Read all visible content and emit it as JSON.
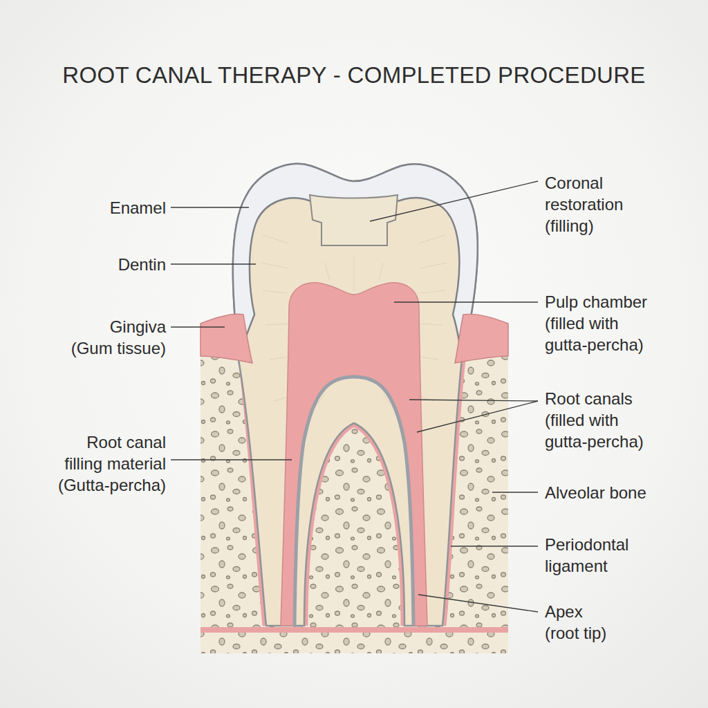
{
  "diagram": {
    "title": "ROOT CANAL THERAPY - COMPLETED PROCEDURE",
    "labels": [
      "Enamel",
      "Dentin",
      "Gingiva (Gum tissue)",
      "Root canal filling material (Gutta-percha)",
      "Coronal restoration (filling)",
      "Pulp chamber (filled with gutta-percha)",
      "Root canals (filled with gutta-percha)",
      "Alveolar bone",
      "Periodontal ligament",
      "Apex (root tip)"
    ]
  }
}
